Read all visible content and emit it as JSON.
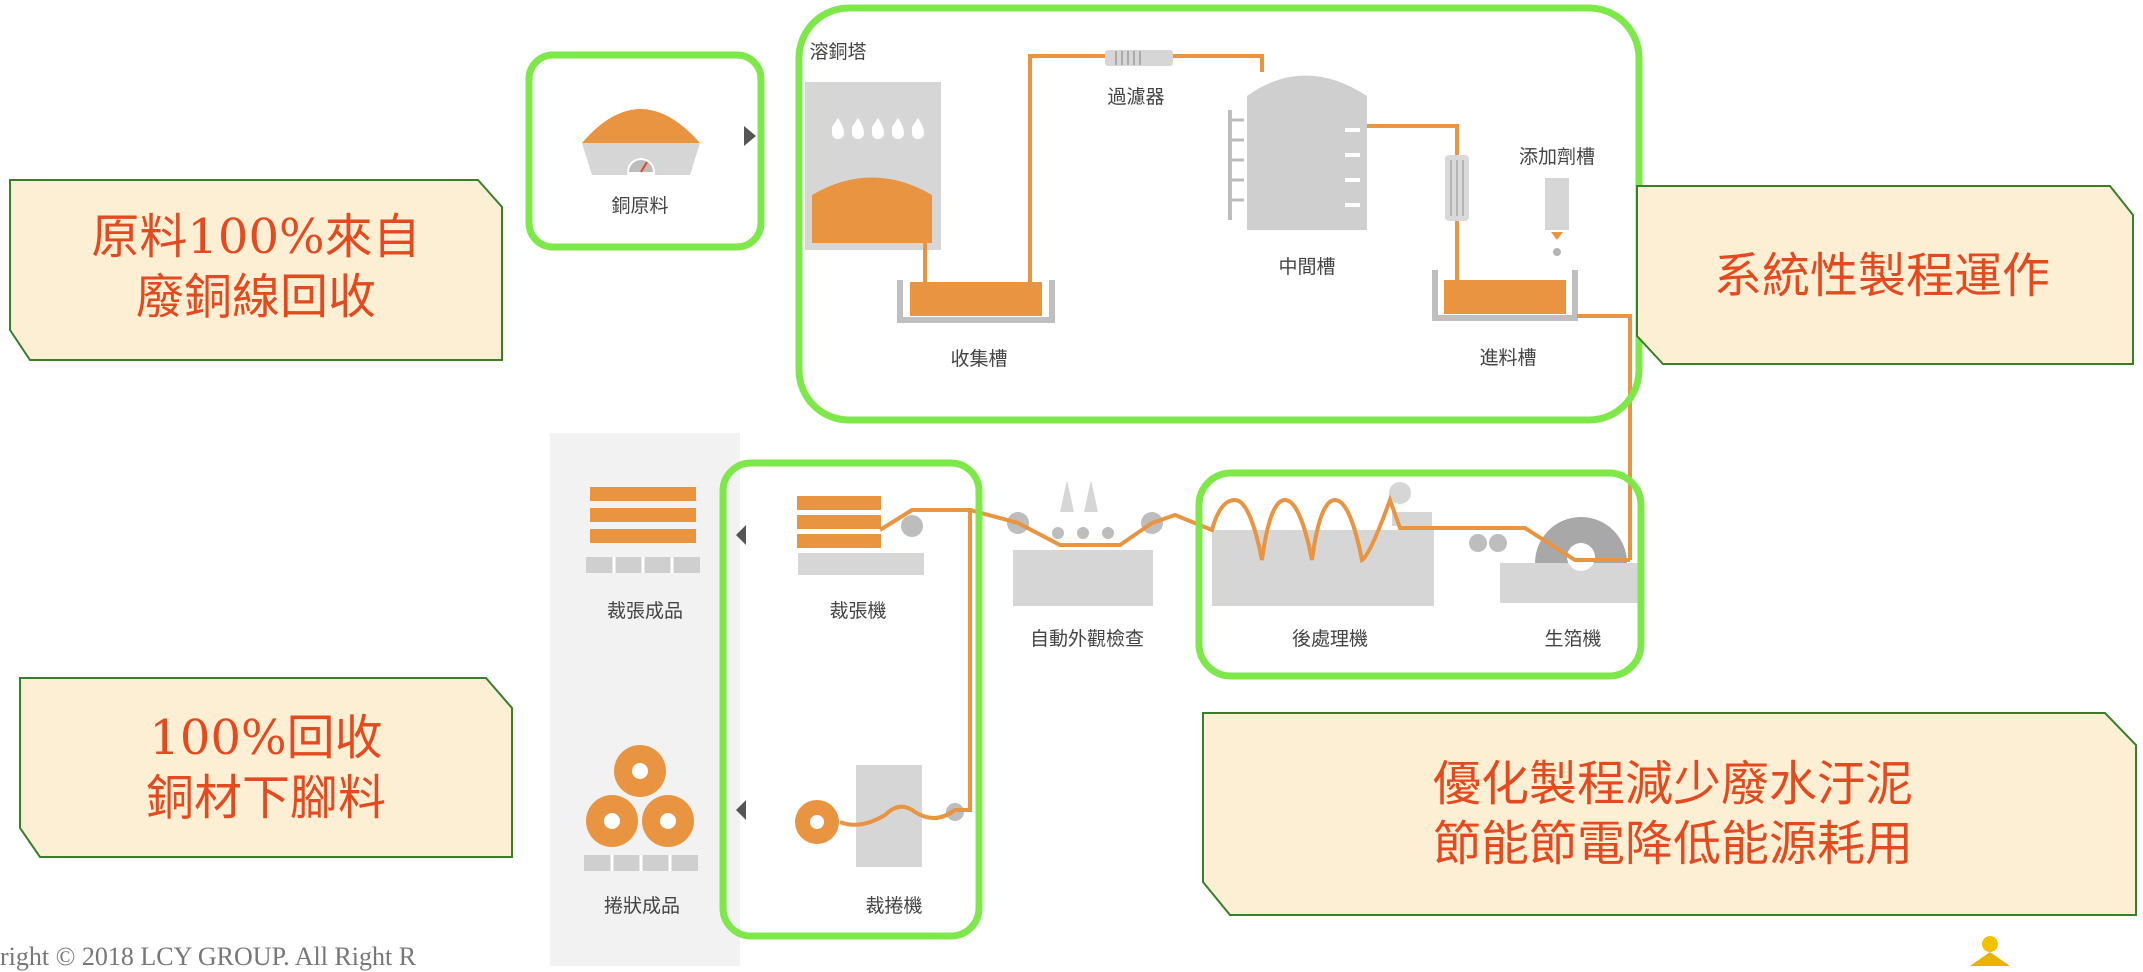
{
  "callouts": {
    "raw_material": [
      "原料100%來自",
      "廢銅線回收"
    ],
    "system_process": [
      "系統性製程運作"
    ],
    "recycle": [
      "100%回收",
      "銅材下腳料"
    ],
    "optimize": [
      "優化製程減少廢水汙泥",
      "節能節電降低能源耗用"
    ]
  },
  "equipment": {
    "copper_raw": "銅原料",
    "dissolving_tower": "溶銅塔",
    "filter": "過濾器",
    "intermediate_tank": "中間槽",
    "additive_tank": "添加劑槽",
    "collection_tank": "收集槽",
    "feed_tank": "進料槽",
    "slitting_product": "裁張成品",
    "slitting_machine": "裁張機",
    "auto_inspection": "自動外觀檢查",
    "post_treatment": "後處理機",
    "foil_machine": "生箔機",
    "roll_product": "捲狀成品",
    "rewinding_machine": "裁捲機"
  },
  "footer": {
    "copyright": "right © 2018 LCY GROUP. All Right R"
  },
  "colors": {
    "highlight_green": "#7ee84a",
    "callout_fill": "#fdefd4",
    "callout_border": "#3a7d2a",
    "callout_text": "#e34a20",
    "copper_orange": "#e89440",
    "equipment_gray": "#cfcfcf",
    "logo_gold": "#f2c200"
  }
}
